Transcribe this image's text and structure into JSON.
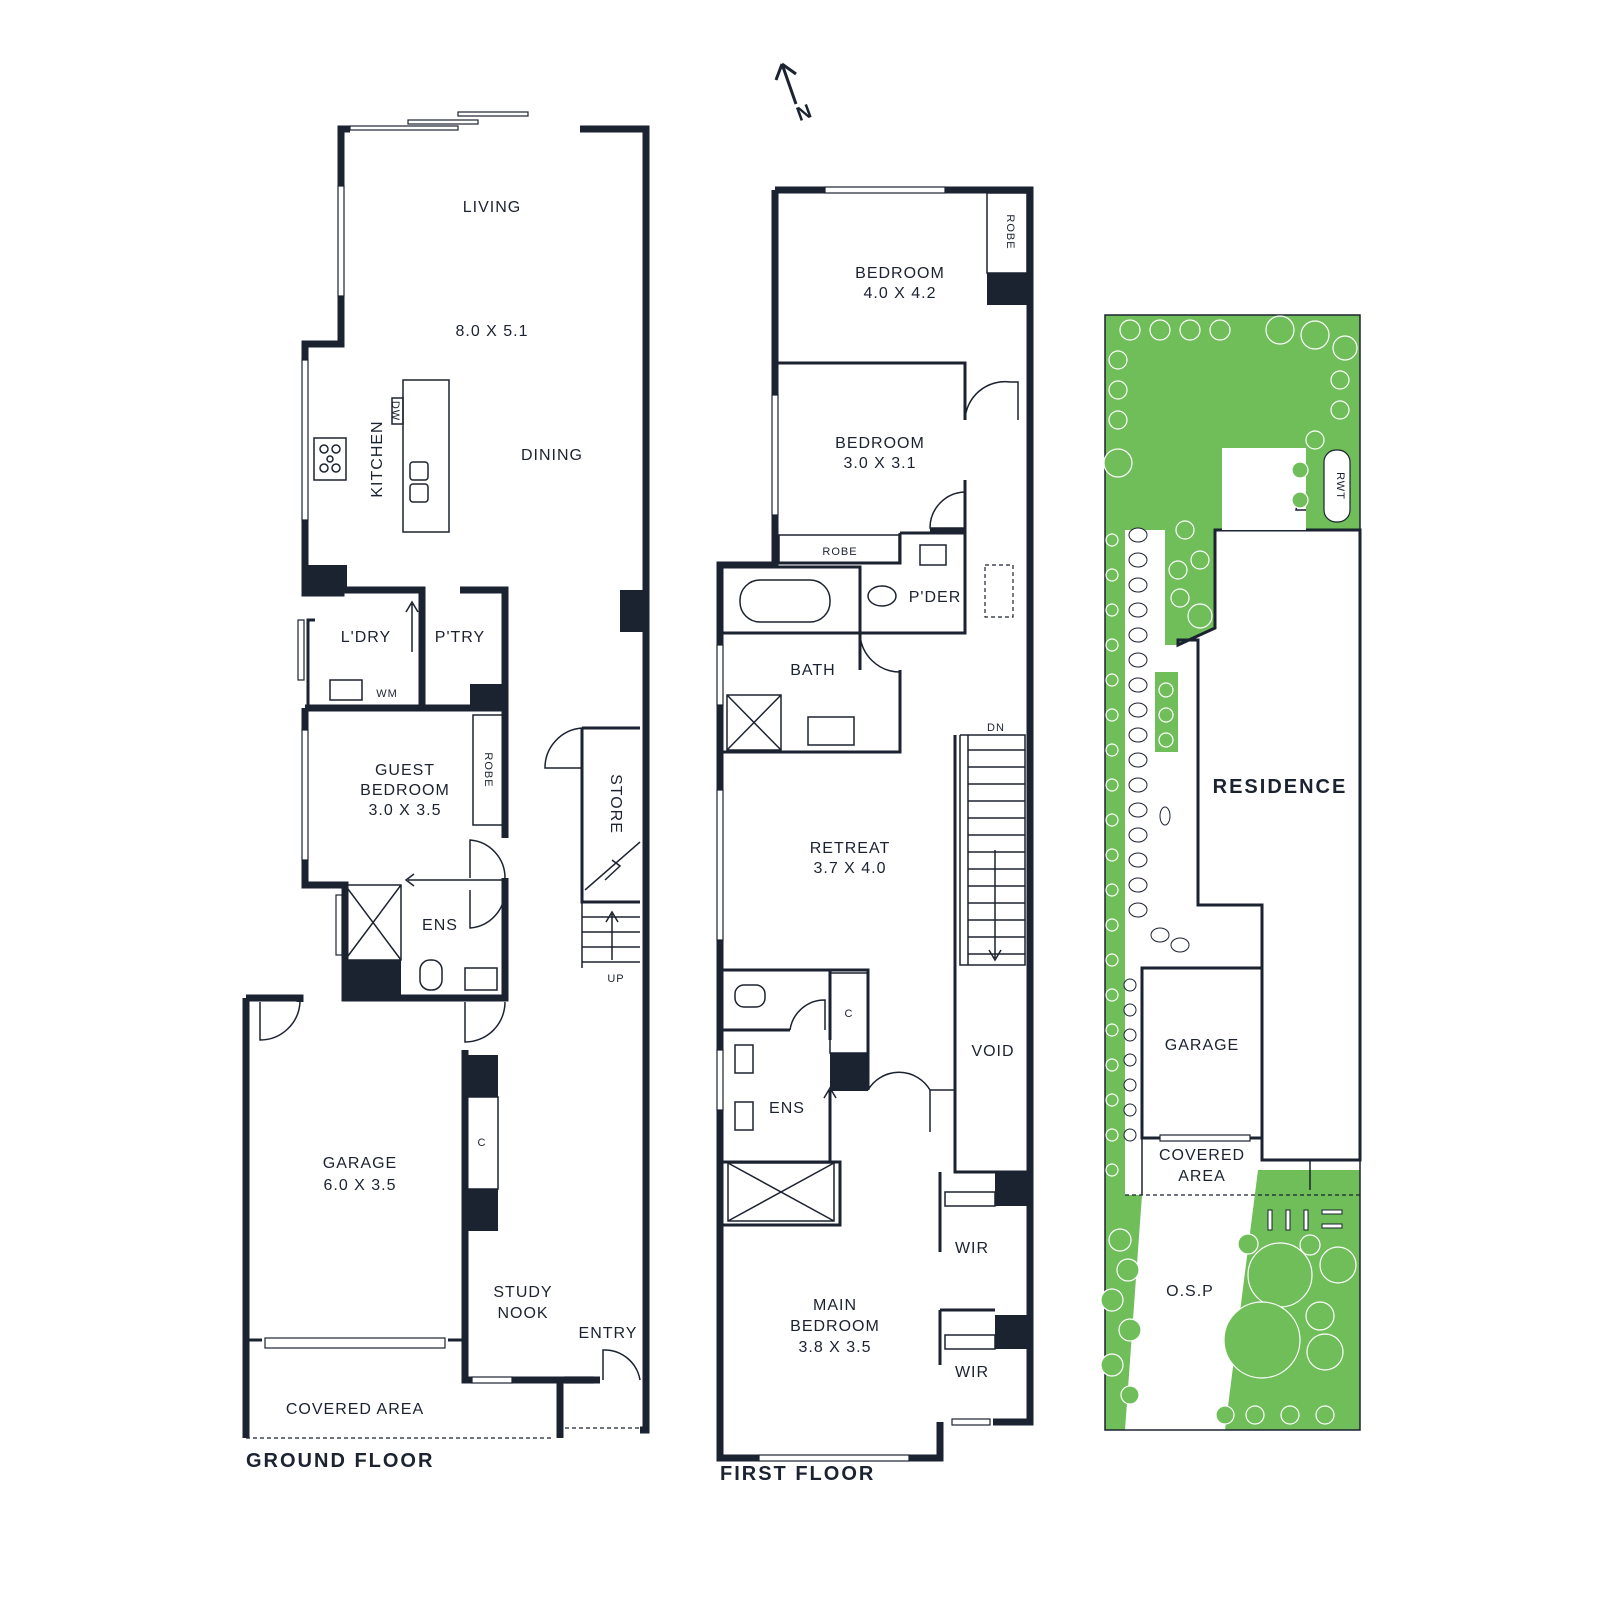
{
  "compass": {
    "label": "N"
  },
  "ground_floor": {
    "title": "GROUND FLOOR",
    "rooms": {
      "living": "LIVING",
      "living_dims": "8.0 X 5.1",
      "kitchen": "KITCHEN",
      "dw": "DW",
      "dining": "DINING",
      "laundry": "L'DRY",
      "wm": "WM",
      "pantry": "P'TRY",
      "guest": "GUEST",
      "guest_bedroom": "BEDROOM",
      "guest_dims": "3.0 X 3.5",
      "robe": "ROBE",
      "store": "STORE",
      "ens": "ENS",
      "up": "UP",
      "garage": "GARAGE",
      "garage_dims": "6.0 X 3.5",
      "c": "C",
      "study": "STUDY",
      "nook": "NOOK",
      "entry": "ENTRY",
      "covered_area": "COVERED AREA"
    }
  },
  "first_floor": {
    "title": "FIRST FLOOR",
    "rooms": {
      "bedroom1": "BEDROOM",
      "bedroom1_dims": "4.0 X 4.2",
      "robe1": "ROBE",
      "bedroom2": "BEDROOM",
      "bedroom2_dims": "3.0 X 3.1",
      "robe2": "ROBE",
      "powder": "P'DER",
      "bath": "BATH",
      "dn": "DN",
      "retreat": "RETREAT",
      "retreat_dims": "3.7 X 4.0",
      "c": "C",
      "ens": "ENS",
      "void": "VOID",
      "wir1": "WIR",
      "wir2": "WIR",
      "main": "MAIN",
      "main_bedroom": "BEDROOM",
      "main_dims": "3.8 X 3.5"
    }
  },
  "site_plan": {
    "rwt": "RWT",
    "residence": "RESIDENCE",
    "garage": "GARAGE",
    "covered": "COVERED",
    "area": "AREA",
    "osp": "O.S.P"
  },
  "colors": {
    "ink": "#1b2230",
    "grass": "#6fbe5a",
    "background": "#ffffff"
  }
}
